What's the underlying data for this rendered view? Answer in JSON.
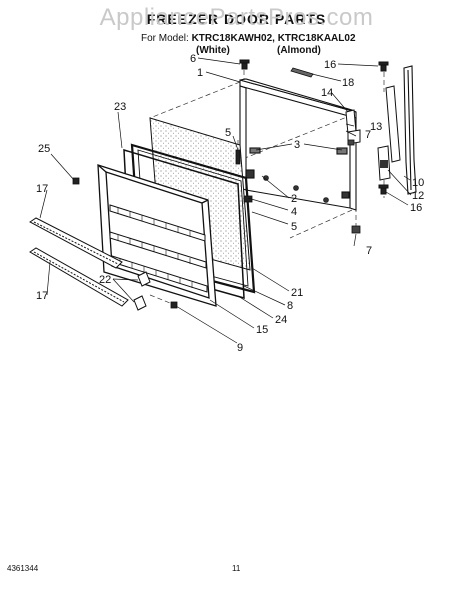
{
  "watermark": "AppliancePartsPros.com",
  "header": {
    "title": "FREEZER DOOR PARTS",
    "model_label": "For Model:",
    "models": "KTRC18KAWH02, KTRC18KAAL02",
    "color_white": "(White)",
    "color_almond": "(Almond)"
  },
  "callouts": [
    "6",
    "1",
    "16",
    "18",
    "14",
    "13",
    "7",
    "23",
    "5",
    "3",
    "25",
    "2",
    "4",
    "5",
    "17",
    "12",
    "10",
    "16",
    "7",
    "22",
    "17",
    "21",
    "8",
    "24",
    "15",
    "9"
  ],
  "footer": {
    "part_number": "4361344",
    "page": "11"
  }
}
